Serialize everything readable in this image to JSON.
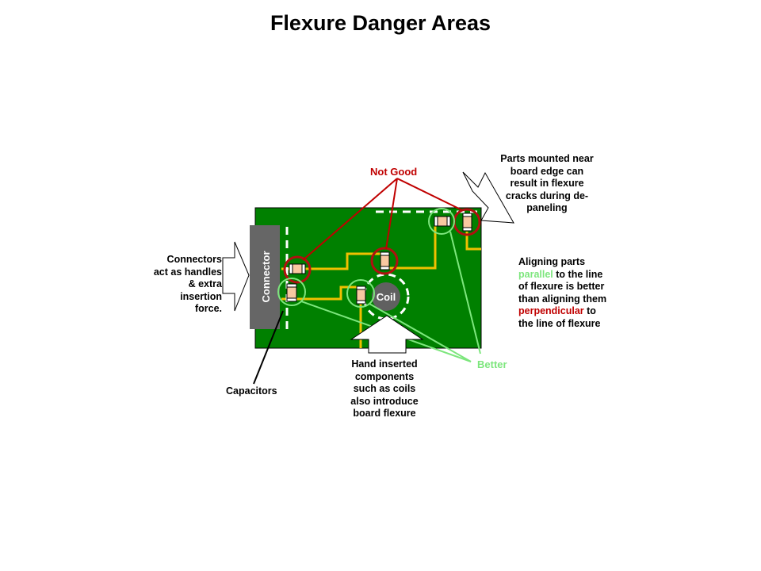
{
  "title": "Flexure Danger Areas",
  "labels": {
    "not_good": "Not Good",
    "better": "Better",
    "connector": "Connector",
    "coil": "Coil",
    "capacitors": "Capacitors",
    "edge_note": [
      "Parts mounted near",
      "board edge can",
      "result in flexure",
      "cracks during de-",
      "paneling"
    ],
    "connector_note": [
      "Connectors",
      "act as handles",
      "& extra",
      "insertion",
      "force."
    ],
    "hand_note": [
      "Hand inserted",
      "components",
      "such as coils",
      "also introduce",
      "board flexure"
    ],
    "align_note": {
      "line1": "Aligning parts",
      "parallel": "parallel",
      "line2_rest": " to the line",
      "line3": "of flexure is better",
      "line4": "than aligning them",
      "perpendicular": "perpendicular",
      "line5_rest": " to",
      "line6": "the line of flexure"
    }
  },
  "colors": {
    "board": "#008000",
    "trace": "#f0c000",
    "bad": "#b01010",
    "good": "#7de67d",
    "connector": "#666666",
    "coil": "#606060",
    "component": "#f8c8a0"
  }
}
